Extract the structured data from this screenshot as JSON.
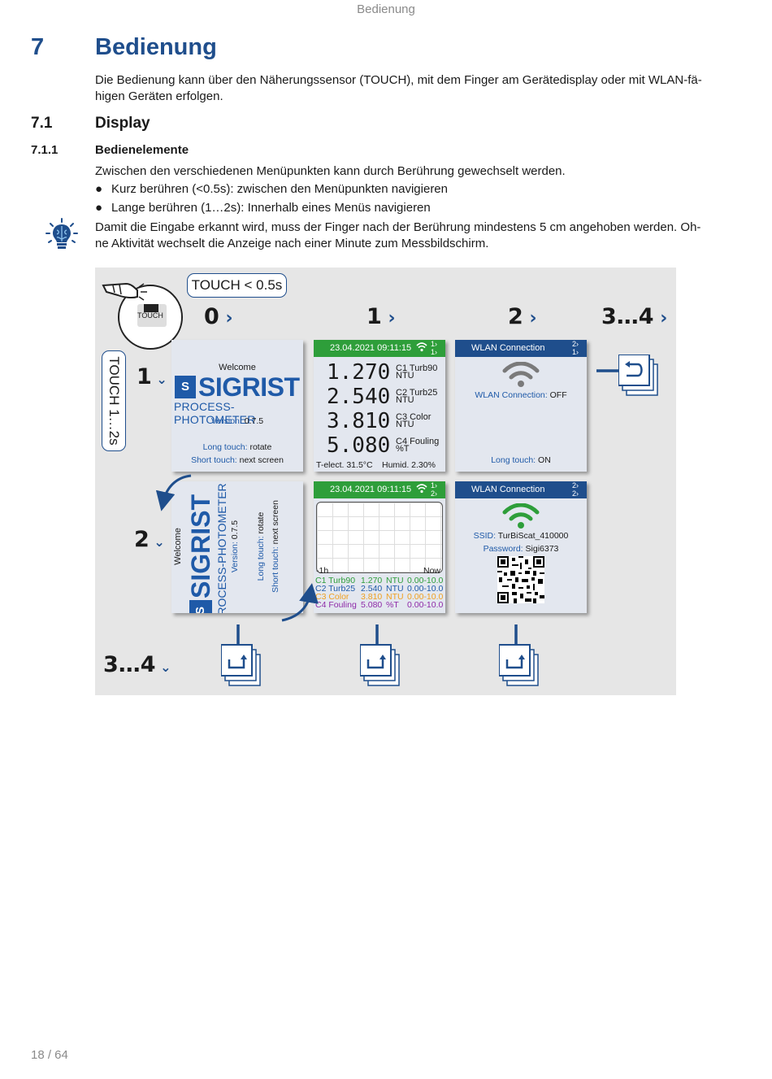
{
  "header": {
    "running_title": "Bedienung"
  },
  "chapter": {
    "number": "7",
    "title": "Bedienung"
  },
  "intro": {
    "line1": "Die Bedienung kann über den Näherungssensor (TOUCH), mit dem Finger am Gerätedisplay oder mit WLAN-fä-",
    "line2": "higen Geräten erfolgen."
  },
  "section": {
    "number": "7.1",
    "title": "Display"
  },
  "subsection": {
    "number": "7.1.1",
    "title": "Bedienelemente"
  },
  "paragraph": "Zwischen den verschiedenen Menüpunkten kann durch Berührung gewechselt werden.",
  "bullets": [
    "Kurz berühren (<0.5s): zwischen den Menüpunkten navigieren",
    "Lange berühren (1…2s): Innerhalb eines Menüs navigieren"
  ],
  "tip": {
    "line1": "Damit die Eingabe erkannt wird, muss der Finger nach der Berührung mindestens 5 cm angehoben werden. Oh-",
    "line2": "ne Aktivität wechselt die Anzeige nach einer Minute zum Messbildschirm.",
    "icon": "lightbulb-brain-icon"
  },
  "figure": {
    "touch_short_label": "TOUCH < 0.5s",
    "touch_long_label": "TOUCH 1…2s",
    "touch_sensor_label": "TOUCH",
    "columns": [
      "0",
      "1",
      "2",
      "3…4"
    ],
    "rows": [
      "1",
      "2",
      "3…4"
    ],
    "welcome": {
      "title": "Welcome",
      "brand": "SIGRIST",
      "product": "PROCESS-PHOTOMETER",
      "version_label": "Version:",
      "version": "0.7.5",
      "long_touch_label": "Long touch:",
      "long_touch_value": "rotate",
      "short_touch_label": "Short touch:",
      "short_touch_value": "next screen"
    },
    "measure": {
      "timestamp": "23.04.2021 09:11:15",
      "page_top": "1",
      "page_bottom": "1",
      "values": [
        {
          "value": "1.270",
          "name": "C1 Turb90",
          "unit": "NTU"
        },
        {
          "value": "2.540",
          "name": "C2 Turb25",
          "unit": "NTU"
        },
        {
          "value": "3.810",
          "name": "C3 Color",
          "unit": "NTU"
        },
        {
          "value": "5.080",
          "name": "C4 Fouling",
          "unit": "%T"
        }
      ],
      "footer_left": "T-elect. 31.5°C",
      "footer_right": "Humid. 2.30%"
    },
    "trend": {
      "timestamp": "23.04.2021 09:11:15",
      "page_top": "1",
      "page_bottom": "2",
      "x_left": "-1h",
      "x_right": "Now",
      "legend": [
        {
          "name": "C1 Turb90",
          "value": "1.270",
          "unit": "NTU",
          "range": "0.00-10.0",
          "color": "#2e9e3a"
        },
        {
          "name": "C2 Turb25",
          "value": "2.540",
          "unit": "NTU",
          "range": "0.00-10.0",
          "color": "#1f5aa8"
        },
        {
          "name": "C3 Color",
          "value": "3.810",
          "unit": "NTU",
          "range": "0.00-10.0",
          "color": "#f0a020"
        },
        {
          "name": "C4 Fouling",
          "value": "5.080",
          "unit": "%T",
          "range": "0.00-10.0",
          "color": "#8e2aa8"
        }
      ]
    },
    "wlan_off": {
      "title": "WLAN Connection",
      "page_top": "2",
      "page_bottom": "1",
      "status_label": "WLAN Connection:",
      "status_value": "OFF",
      "long_touch_label": "Long touch:",
      "long_touch_value": "ON"
    },
    "wlan_on": {
      "title": "WLAN Connection",
      "page_top": "2",
      "page_bottom": "2",
      "ssid_label": "SSID:",
      "ssid_value": "TurBiScat_410000",
      "password_label": "Password:",
      "password_value": "Sigi6373"
    },
    "colors": {
      "green_bar": "#2e9e3a",
      "blue_bar": "#1f4e8c",
      "brand_blue": "#1f5aa8",
      "wifi_grey": "#7a7a7a",
      "wifi_green": "#2e9e3a",
      "arrow_blue": "#1f4e8c"
    }
  },
  "footer": {
    "page": "18 / 64"
  }
}
